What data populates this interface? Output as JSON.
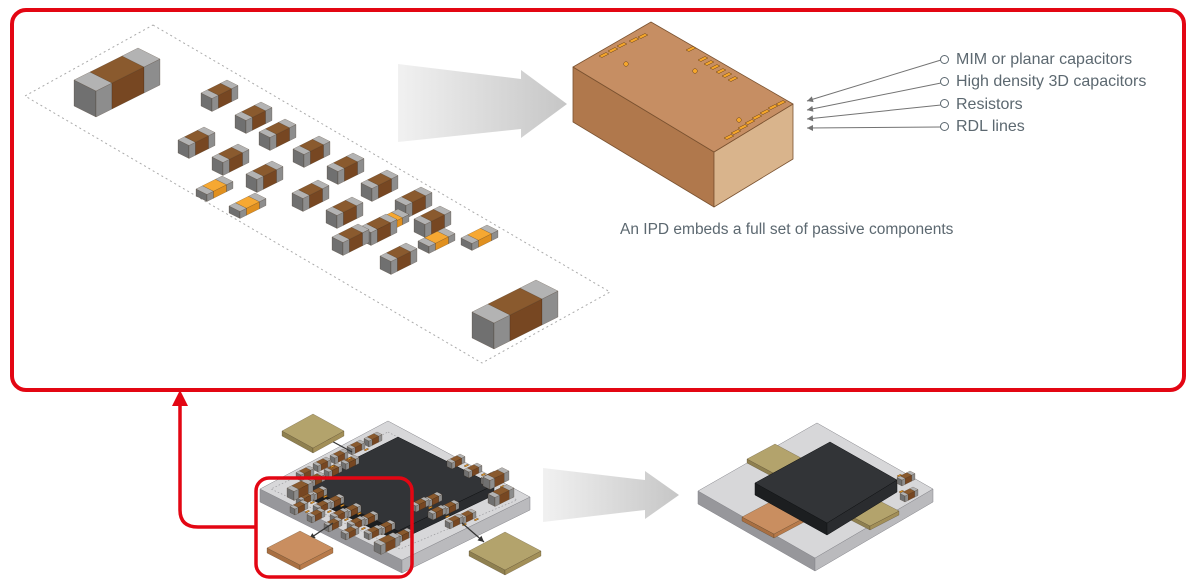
{
  "caption": "An IPD embeds a full set of passive components",
  "callouts": {
    "items": [
      {
        "label": "MIM or planar capacitors"
      },
      {
        "label": "High density 3D capacitors"
      },
      {
        "label": "Resistors"
      },
      {
        "label": "RDL lines"
      }
    ]
  },
  "palette": {
    "red": "#e30613",
    "text": "#5c6870",
    "leader_line": "#737373",
    "dashed_outline": "#aaaaaa",
    "arrow_light": "#f1f1f1",
    "arrow_dark": "#c6c6c6",
    "cap_body_top": "#8a5a2e",
    "cap_body_front": "#774722",
    "cap_end_top": "#b3b3b3",
    "cap_end_front": "#8d8d8d",
    "cap_end_side": "#707070",
    "res_body_top": "#f6a832",
    "res_body_front": "#e0901f",
    "ipd_top": "#c68e63",
    "ipd_front": "#b0784c",
    "ipd_side": "#d9b48c",
    "ipd_outline": "#7a5230",
    "pad_gold": "#f5a62c",
    "board_top": "#d7d7d9",
    "board_front": "#97979b",
    "board_side": "#bababd",
    "chip_top": "#323437",
    "chip_front": "#1c1e20",
    "chip_side": "#2a2c2f",
    "plate_gold_top": "#b3a36c",
    "plate_gold_front": "#8f8050",
    "plate_gold_side": "#a28f58",
    "plate_copper_top": "#c98e60",
    "plate_copper_front": "#a86f42",
    "plate_copper_side": "#b87a4a",
    "black_arrow": "#333333"
  }
}
